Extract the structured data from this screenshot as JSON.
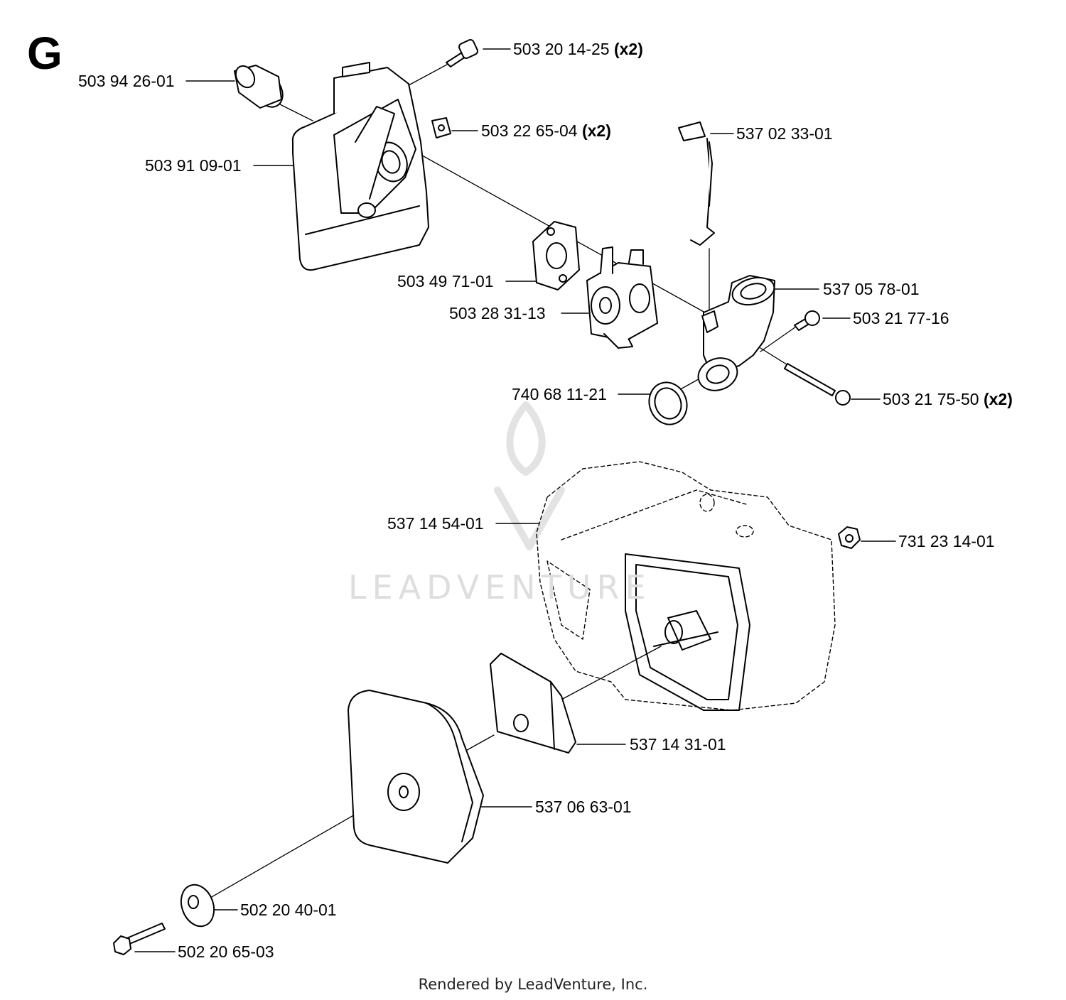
{
  "diagram": {
    "section_letter": "G",
    "footer": "Rendered by LeadVenture, Inc.",
    "watermark": "LEADVENTURE",
    "parts": [
      {
        "id": "p1",
        "number": "503 94 26-01",
        "qty": ""
      },
      {
        "id": "p2",
        "number": "503 20 14-25",
        "qty": "(x2)"
      },
      {
        "id": "p3",
        "number": "503 22 65-04",
        "qty": "(x2)"
      },
      {
        "id": "p4",
        "number": "503 91 09-01",
        "qty": ""
      },
      {
        "id": "p5",
        "number": "537 02 33-01",
        "qty": ""
      },
      {
        "id": "p6",
        "number": "503 49 71-01",
        "qty": ""
      },
      {
        "id": "p7",
        "number": "537 05 78-01",
        "qty": ""
      },
      {
        "id": "p8",
        "number": "503 28 31-13",
        "qty": ""
      },
      {
        "id": "p9",
        "number": "503 21 77-16",
        "qty": ""
      },
      {
        "id": "p10",
        "number": "740 68 11-21",
        "qty": ""
      },
      {
        "id": "p11",
        "number": "503 21 75-50",
        "qty": "(x2)"
      },
      {
        "id": "p12",
        "number": "537 14 54-01",
        "qty": ""
      },
      {
        "id": "p13",
        "number": "731 23 14-01",
        "qty": ""
      },
      {
        "id": "p14",
        "number": "537 14 31-01",
        "qty": ""
      },
      {
        "id": "p15",
        "number": "537 06 63-01",
        "qty": ""
      },
      {
        "id": "p16",
        "number": "502 20 40-01",
        "qty": ""
      },
      {
        "id": "p17",
        "number": "502 20 65-03",
        "qty": ""
      }
    ]
  }
}
